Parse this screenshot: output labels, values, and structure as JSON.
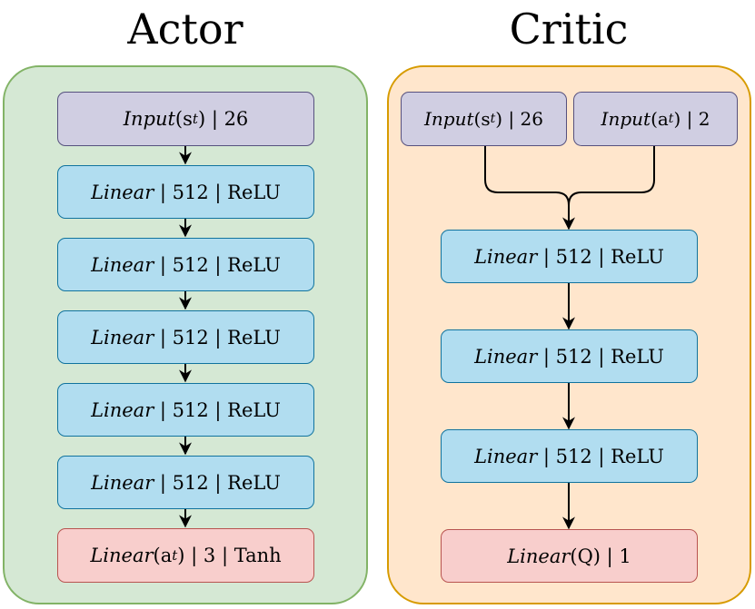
{
  "actor": {
    "title": "Actor",
    "input": {
      "fn": "Input",
      "arg": "(s",
      "sub": "t",
      "close": ")",
      "rest": " | 26"
    },
    "layers": [
      {
        "fn": "Linear",
        "rest": " | 512 | ReLU"
      },
      {
        "fn": "Linear",
        "rest": " | 512 | ReLU"
      },
      {
        "fn": "Linear",
        "rest": " | 512 | ReLU"
      },
      {
        "fn": "Linear",
        "rest": " | 512 | ReLU"
      },
      {
        "fn": "Linear",
        "rest": " | 512 | ReLU"
      }
    ],
    "output": {
      "fn": "Linear",
      "arg": "(a",
      "sub": "t",
      "close": ")",
      "rest": " | 3 | Tanh"
    }
  },
  "critic": {
    "title": "Critic",
    "input_state": {
      "fn": "Input",
      "arg": "(s",
      "sub": "t",
      "close": ")",
      "rest": " | 26"
    },
    "input_action": {
      "fn": "Input",
      "arg": "(a",
      "sub": "t",
      "close": ")",
      "rest": " | 2"
    },
    "layers": [
      {
        "fn": "Linear",
        "rest": " | 512 | ReLU"
      },
      {
        "fn": "Linear",
        "rest": " | 512 | ReLU"
      },
      {
        "fn": "Linear",
        "rest": " | 512 | ReLU"
      }
    ],
    "output": {
      "fn": "Linear",
      "arg": "(Q)",
      "rest": " | 1"
    }
  },
  "colors": {
    "actor_panel_fill": "#d5e8d4",
    "actor_panel_border": "#82b366",
    "critic_panel_fill": "#ffe6cc",
    "critic_panel_border": "#d79b00",
    "input_fill": "#d0cee2",
    "linear_fill": "#b1ddf0",
    "output_fill": "#f8cecc"
  }
}
